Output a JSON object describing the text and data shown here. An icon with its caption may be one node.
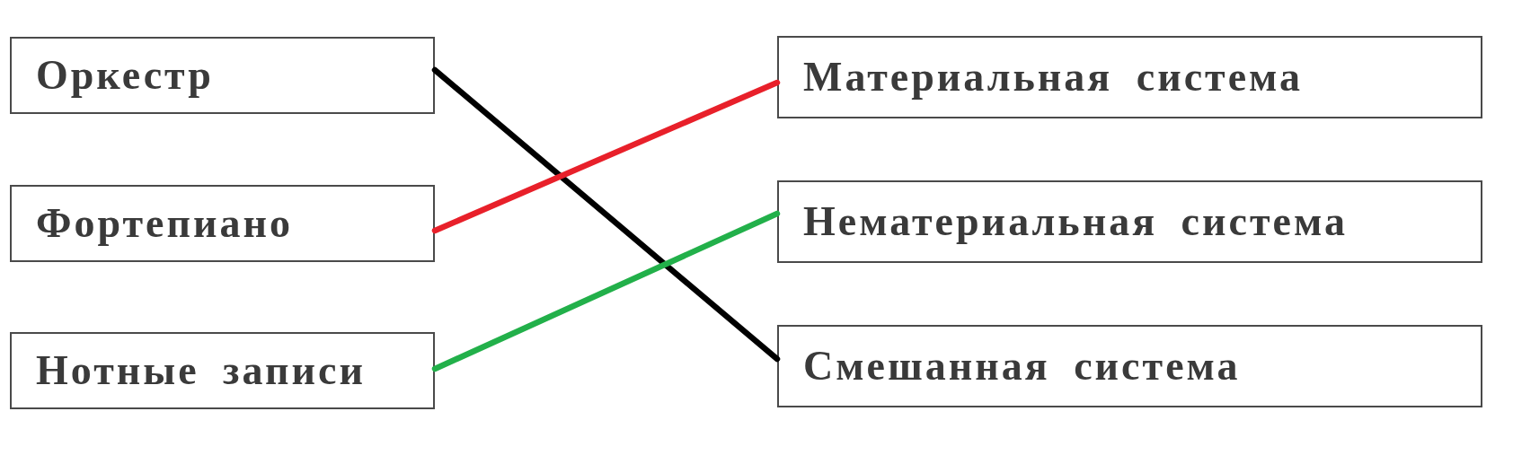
{
  "diagram": {
    "nodes": [
      {
        "text": [
          "Оркестр"
        ]
      },
      {
        "text": [
          "Фортепиано"
        ]
      },
      {
        "text": [
          "Нотные записи"
        ]
      },
      {
        "text": [
          "Материальная система"
        ]
      },
      {
        "text": [
          "Нематериальная система"
        ]
      },
      {
        "text": [
          "Смешанная система"
        ]
      }
    ],
    "edges": [
      {
        "from": 0,
        "to": 5,
        "arrow": "none",
        "color": "#000000"
      },
      {
        "from": 1,
        "to": 3,
        "arrow": "none",
        "color": "#e8202a"
      },
      {
        "from": 2,
        "to": 4,
        "arrow": "none",
        "color": "#22b04a"
      }
    ]
  }
}
